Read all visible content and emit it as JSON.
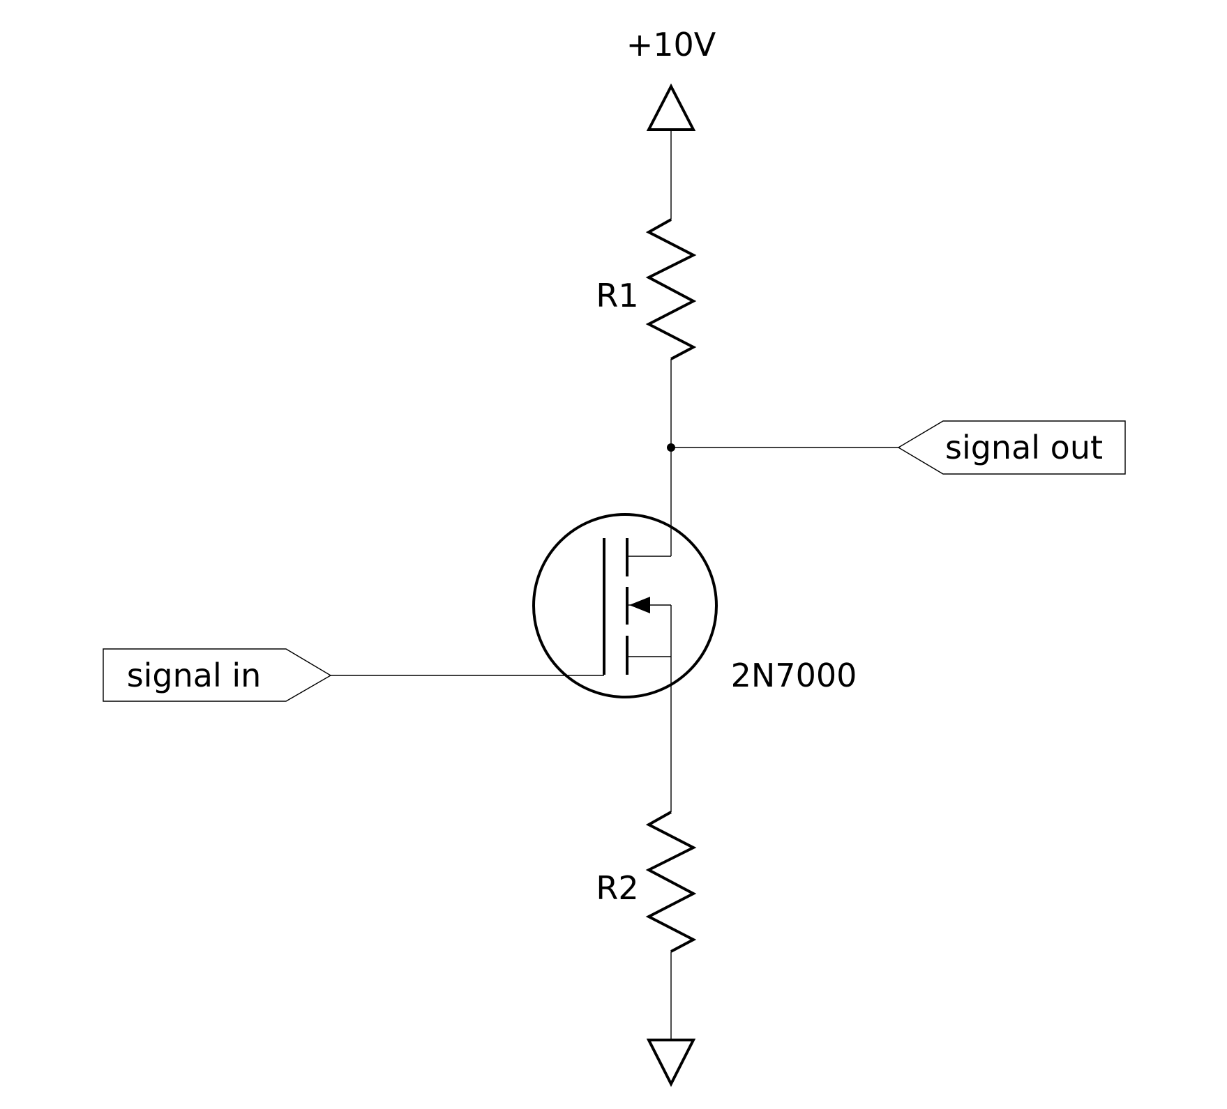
{
  "supply": {
    "label": "+10V"
  },
  "resistors": [
    {
      "ref": "R1"
    },
    {
      "ref": "R2"
    }
  ],
  "transistor": {
    "part": "2N7000"
  },
  "ports": {
    "input": {
      "label": "signal in"
    },
    "output": {
      "label": "signal out"
    }
  },
  "colors": {
    "line": "#000000",
    "background": "#ffffff"
  }
}
